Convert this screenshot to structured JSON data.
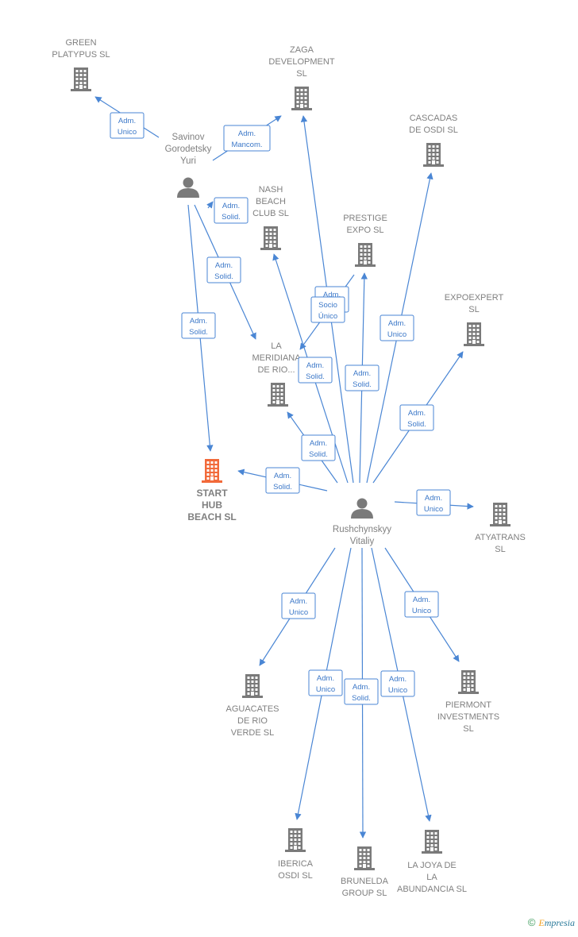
{
  "companies": [
    {
      "id": "green_platypus",
      "label": [
        "GREEN",
        "PLATYPUS SL"
      ]
    },
    {
      "id": "zaga",
      "label": [
        "ZAGA",
        "DEVELOPMENT",
        "SL"
      ]
    },
    {
      "id": "cascadas",
      "label": [
        "CASCADAS",
        "DE OSDI  SL"
      ]
    },
    {
      "id": "nash",
      "label": [
        "NASH",
        "BEACH",
        "CLUB  SL"
      ]
    },
    {
      "id": "prestige",
      "label": [
        "PRESTIGE",
        "EXPO  SL"
      ]
    },
    {
      "id": "expoexpert",
      "label": [
        "EXPOEXPERT",
        "SL"
      ]
    },
    {
      "id": "la_meridiana",
      "label": [
        "LA",
        "MERIDIANA",
        "DE RIO..."
      ]
    },
    {
      "id": "start_hub",
      "label": [
        "START",
        "HUB",
        "BEACH  SL"
      ],
      "focus": true
    },
    {
      "id": "atyatrans",
      "label": [
        "ATYATRANS",
        "SL"
      ]
    },
    {
      "id": "aguacates",
      "label": [
        "AGUACATES",
        "DE RIO",
        "VERDE SL"
      ]
    },
    {
      "id": "piermont",
      "label": [
        "PIERMONT",
        "INVESTMENTS",
        "SL"
      ]
    },
    {
      "id": "iberica",
      "label": [
        "IBERICA",
        "OSDI SL"
      ]
    },
    {
      "id": "brunelda",
      "label": [
        "BRUNELDA",
        "GROUP  SL"
      ]
    },
    {
      "id": "la_joya",
      "label": [
        "LA JOYA DE",
        "LA",
        "ABUNDANCIA SL"
      ]
    }
  ],
  "persons": [
    {
      "id": "savinov",
      "label": [
        "Savinov",
        "Gorodetsky",
        "Yuri"
      ]
    },
    {
      "id": "rushchynskyy",
      "label": [
        "Rushchynskyy",
        "Vitaliy"
      ]
    }
  ],
  "edges": [
    {
      "from": "savinov",
      "to": "green_platypus",
      "label": [
        "Adm.",
        "Unico"
      ]
    },
    {
      "from": "savinov",
      "to": "zaga",
      "label": [
        "Adm.",
        "Mancom."
      ]
    },
    {
      "from": "savinov",
      "to": "nash",
      "label": [
        "Adm.",
        "Solid."
      ]
    },
    {
      "from": "savinov",
      "to": "la_meridiana",
      "label": [
        "Adm.",
        "Solid."
      ]
    },
    {
      "from": "savinov",
      "to": "start_hub",
      "label": [
        "Adm.",
        "Solid."
      ]
    },
    {
      "from": "rushchynskyy",
      "to": "zaga",
      "label": [
        "Adm.",
        "Solid."
      ]
    },
    {
      "from": "rushchynskyy",
      "to": "prestige",
      "label": [
        "Adm.",
        "Solid."
      ]
    },
    {
      "from": "rushchynskyy",
      "to": "cascadas",
      "label": [
        "Adm.",
        "Unico"
      ]
    },
    {
      "from": "rushchynskyy",
      "to": "nash",
      "label": [
        "Adm.",
        "Solid."
      ]
    },
    {
      "from": "prestige",
      "to": "la_meridiana",
      "label": [
        "Socio",
        "Único"
      ]
    },
    {
      "from": "rushchynskyy",
      "to": "expoexpert",
      "label": [
        "Adm.",
        "Solid."
      ]
    },
    {
      "from": "rushchynskyy",
      "to": "la_meridiana",
      "label": [
        "Adm.",
        "Solid."
      ]
    },
    {
      "from": "rushchynskyy",
      "to": "start_hub",
      "label": [
        "Adm.",
        "Solid."
      ]
    },
    {
      "from": "rushchynskyy",
      "to": "atyatrans",
      "label": [
        "Adm.",
        "Unico"
      ]
    },
    {
      "from": "rushchynskyy",
      "to": "aguacates",
      "label": [
        "Adm.",
        "Unico"
      ]
    },
    {
      "from": "rushchynskyy",
      "to": "piermont",
      "label": [
        "Adm.",
        "Unico"
      ]
    },
    {
      "from": "rushchynskyy",
      "to": "iberica",
      "label": [
        "Adm.",
        "Unico"
      ]
    },
    {
      "from": "rushchynskyy",
      "to": "brunelda",
      "label": [
        "Adm.",
        "Solid."
      ]
    },
    {
      "from": "rushchynskyy",
      "to": "la_joya",
      "label": [
        "Adm.",
        "Unico"
      ]
    }
  ],
  "colors": {
    "edge": "#4a86d4",
    "company_icon": "#7a7a7a",
    "focus_icon": "#f26a3a",
    "person_icon": "#7a7a7a",
    "label": "#808080"
  },
  "footer": {
    "copyright": "©",
    "brand_initial": "E",
    "brand_rest": "mpresia"
  }
}
